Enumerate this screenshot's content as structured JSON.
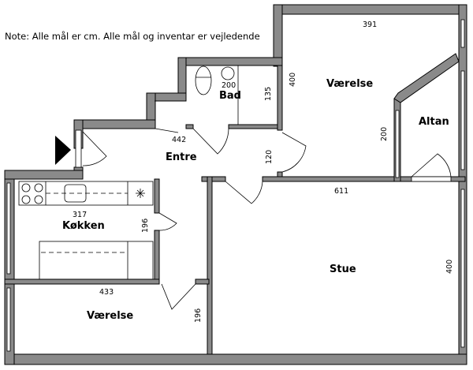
{
  "note": "Note: Alle mål er cm. Alle mål og inventar er vejledende",
  "rooms": {
    "bedroom_top": {
      "label": "Værelse",
      "width": "391",
      "height": "400"
    },
    "bath": {
      "label": "Bad",
      "width": "200",
      "height": "135"
    },
    "balcony": {
      "label": "Altan",
      "height": "200"
    },
    "entrance": {
      "label": "Entre",
      "width": "442",
      "height": "120"
    },
    "kitchen": {
      "label": "Køkken",
      "width": "317",
      "height": "196"
    },
    "living": {
      "label": "Stue",
      "width": "611",
      "height": "400"
    },
    "bedroom_bottom": {
      "label": "Værelse",
      "width": "433",
      "height": "196"
    }
  }
}
